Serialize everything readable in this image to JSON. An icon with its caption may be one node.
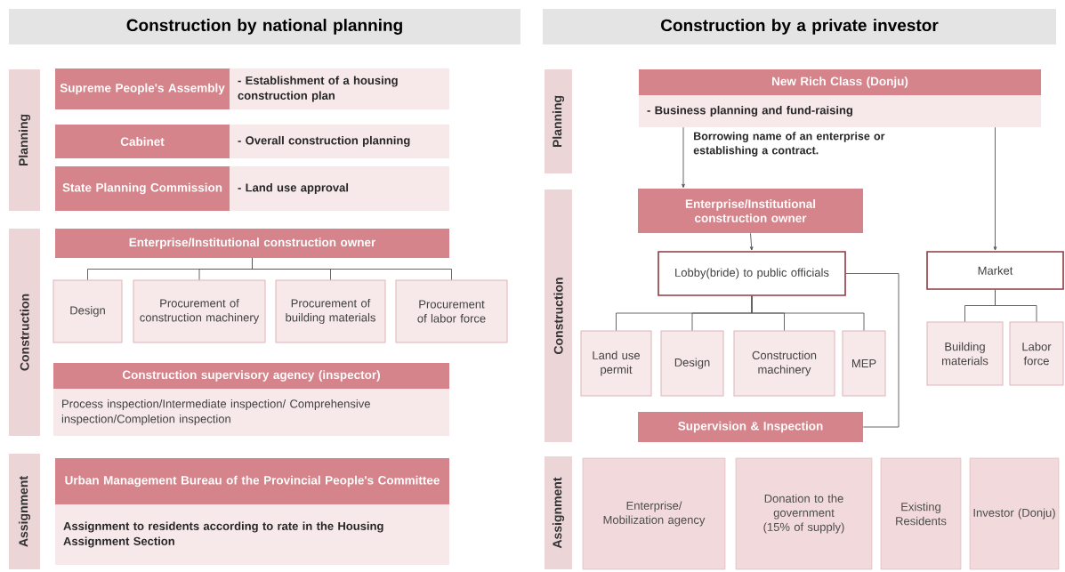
{
  "diagram": {
    "nodes": [
      {
        "text": [
          "Construction by national planning"
        ]
      },
      {
        "text": [
          "Planning"
        ]
      },
      {
        "text": [
          "Supreme People's Assembly"
        ]
      },
      {
        "text": [
          "- Establishment of a housing construction plan"
        ]
      },
      {
        "text": [
          "Cabinet"
        ]
      },
      {
        "text": [
          "- Overall construction planning"
        ]
      },
      {
        "text": [
          "State Planning Commission"
        ]
      },
      {
        "text": [
          "- Land use approval"
        ]
      },
      {
        "text": [
          "Construction"
        ]
      },
      {
        "text": [
          "Enterprise/Institutional construction owner"
        ]
      },
      {
        "text": [
          "Design"
        ]
      },
      {
        "text": [
          "Procurement of construction machinery"
        ]
      },
      {
        "text": [
          "Procurement of building materials"
        ]
      },
      {
        "text": [
          "Procurement of labor force"
        ]
      },
      {
        "text": [
          "Construction supervisory agency (inspector)"
        ]
      },
      {
        "text": [
          "Process inspection/Intermediate inspection/ Comprehensive inspection/Completion inspection"
        ]
      },
      {
        "text": [
          "Assignment"
        ]
      },
      {
        "text": [
          "Urban Management Bureau of the Provincial People's Committee"
        ]
      },
      {
        "text": [
          "Assignment to residents according to rate in the Housing Assignment Section"
        ]
      },
      {
        "text": [
          "Construction by a private investor"
        ]
      },
      {
        "text": [
          "Planning"
        ]
      },
      {
        "text": [
          "New Rich Class (Donju)"
        ]
      },
      {
        "text": [
          "- Business planning and fund-raising"
        ]
      },
      {
        "text": [
          "Construction"
        ]
      },
      {
        "text": [
          "Enterprise/Institutional construction owner"
        ]
      },
      {
        "text": [
          "Lobby(bride) to public officials"
        ]
      },
      {
        "text": [
          "Market"
        ]
      },
      {
        "text": [
          "Land use permit"
        ]
      },
      {
        "text": [
          "Design"
        ]
      },
      {
        "text": [
          "Construction machinery"
        ]
      },
      {
        "text": [
          "MEP"
        ]
      },
      {
        "text": [
          "Building materials"
        ]
      },
      {
        "text": [
          "Labor force"
        ]
      },
      {
        "text": [
          "Supervision & Inspection"
        ]
      },
      {
        "text": [
          "Assignment"
        ]
      },
      {
        "text": [
          "Enterprise/ Mobilization agency"
        ]
      },
      {
        "text": [
          "Donation to the government (15% of supply)"
        ]
      },
      {
        "text": [
          "Existing Residents"
        ]
      },
      {
        "text": [
          "Investor (Donju)"
        ]
      }
    ],
    "edges": [
      {
        "from": 9,
        "to": 10,
        "arrow": "none"
      },
      {
        "from": 9,
        "to": 11,
        "arrow": "none"
      },
      {
        "from": 9,
        "to": 12,
        "arrow": "none"
      },
      {
        "from": 9,
        "to": 13,
        "arrow": "none"
      },
      {
        "from": 22,
        "to": 24,
        "arrow": "to",
        "label": "Borrowing name of an enterprise or establishing a contract."
      },
      {
        "from": 22,
        "to": 26,
        "arrow": "to"
      },
      {
        "from": 24,
        "to": 25,
        "arrow": "to"
      },
      {
        "from": 25,
        "to": 27,
        "arrow": "none"
      },
      {
        "from": 25,
        "to": 28,
        "arrow": "none"
      },
      {
        "from": 25,
        "to": 29,
        "arrow": "none"
      },
      {
        "from": 25,
        "to": 30,
        "arrow": "none"
      },
      {
        "from": 25,
        "to": 33,
        "arrow": "none"
      },
      {
        "from": 26,
        "to": 31,
        "arrow": "none"
      },
      {
        "from": 26,
        "to": 32,
        "arrow": "none"
      }
    ]
  }
}
